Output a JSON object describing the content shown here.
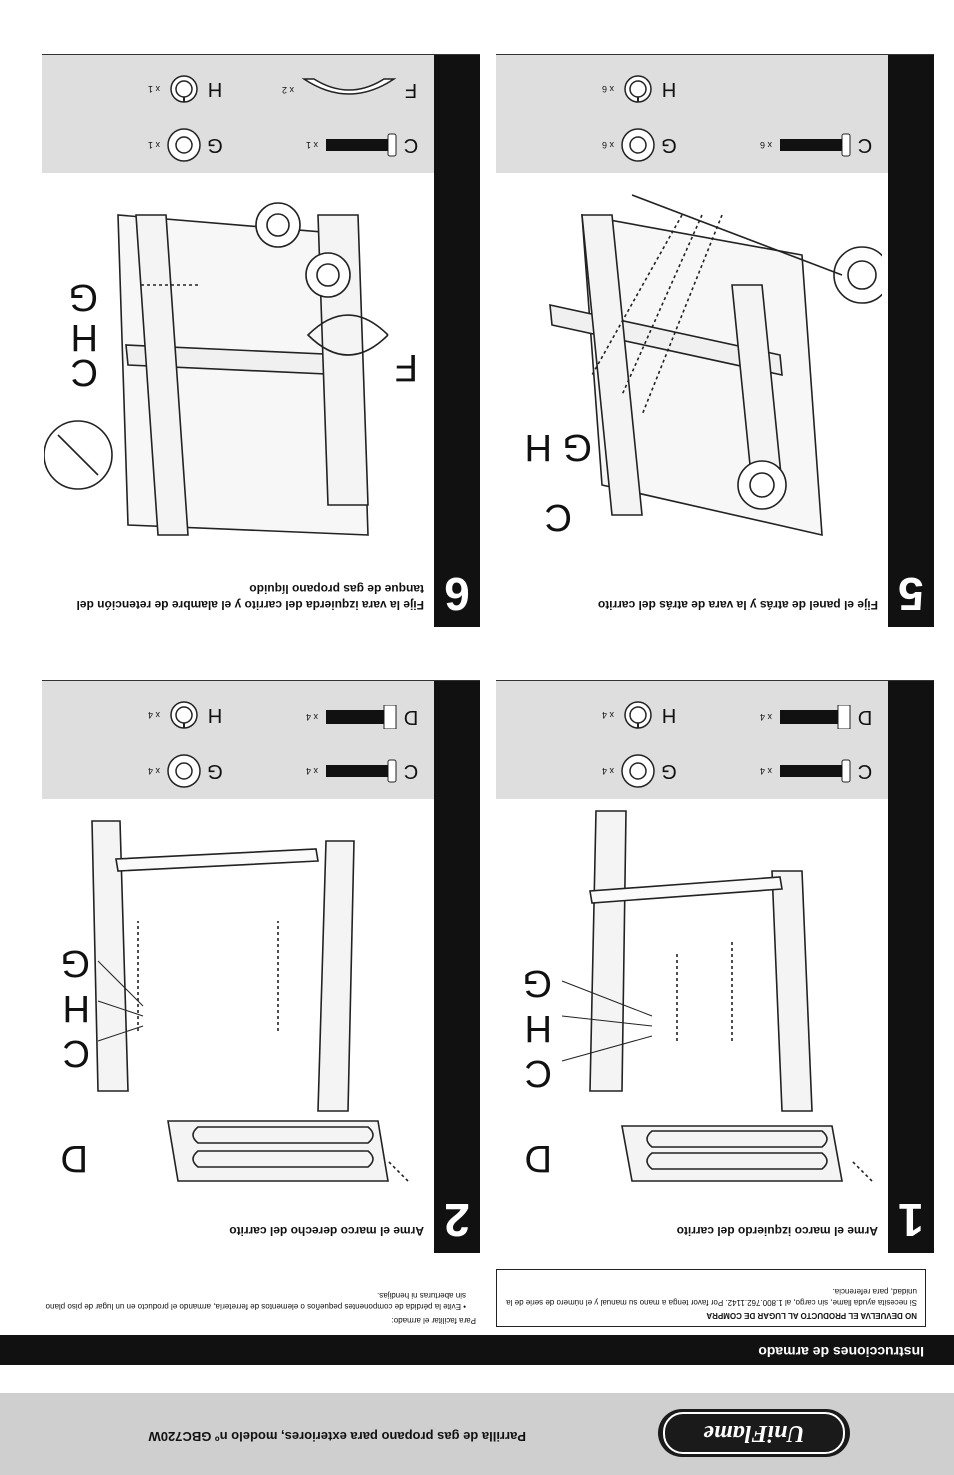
{
  "brand": {
    "logo": "UniFlame",
    "title": "Parrilla de gas propano para exteriores, modelo nº GBC720W"
  },
  "section": {
    "title": "Instrucciones de armado"
  },
  "notice": {
    "title": "NO DEVUELVA EL PRODUCTO AL LUGAR DE COMPRA",
    "text": "Si necesita ayuda llame, sin cargo, al 1.800.762.1142. Por favor tenga a mano su manual y el número de serie de la unidad, para referencia."
  },
  "tips": {
    "title": "Para facilitar el armado:",
    "text": "• Evite la pérdida de componentes pequeños o elementos de ferretería, armando el producto en un lugar de piso plano sin aberturas ni hendijas."
  },
  "steps": [
    {
      "number": "1",
      "title": "Arme el marco izquierdo del carrito",
      "labels": [
        "D",
        "C",
        "H",
        "G"
      ],
      "hardware": [
        {
          "letter": "C",
          "qty": "x 4"
        },
        {
          "letter": "G",
          "qty": "x 4"
        },
        {
          "letter": "D",
          "qty": "x 4"
        },
        {
          "letter": "H",
          "qty": "x 4"
        }
      ]
    },
    {
      "number": "2",
      "title": "Arme el marco derecho del carrito",
      "labels": [
        "D",
        "C",
        "H",
        "G"
      ],
      "hardware": [
        {
          "letter": "C",
          "qty": "x 4"
        },
        {
          "letter": "G",
          "qty": "x 4"
        },
        {
          "letter": "D",
          "qty": "x 4"
        },
        {
          "letter": "H",
          "qty": "x 4"
        }
      ]
    },
    {
      "number": "5",
      "title": "Fije el panel de atrás y la vara de atrás del carrito",
      "labels": [
        "C",
        "H",
        "G"
      ],
      "hardware": [
        {
          "letter": "C",
          "qty": "x 6"
        },
        {
          "letter": "G",
          "qty": "x 6"
        },
        {
          "letter": "H",
          "qty": "x 6"
        }
      ]
    },
    {
      "number": "6",
      "title": "Fije la vara izquierda del carrito y el alambre de retención del tanque de gas propano líquido",
      "labels": [
        "F",
        "C",
        "H",
        "G"
      ],
      "hardware": [
        {
          "letter": "C",
          "qty": "x 1"
        },
        {
          "letter": "G",
          "qty": "x 1"
        },
        {
          "letter": "F",
          "qty": "x 2"
        },
        {
          "letter": "H",
          "qty": "x 1"
        }
      ]
    }
  ]
}
